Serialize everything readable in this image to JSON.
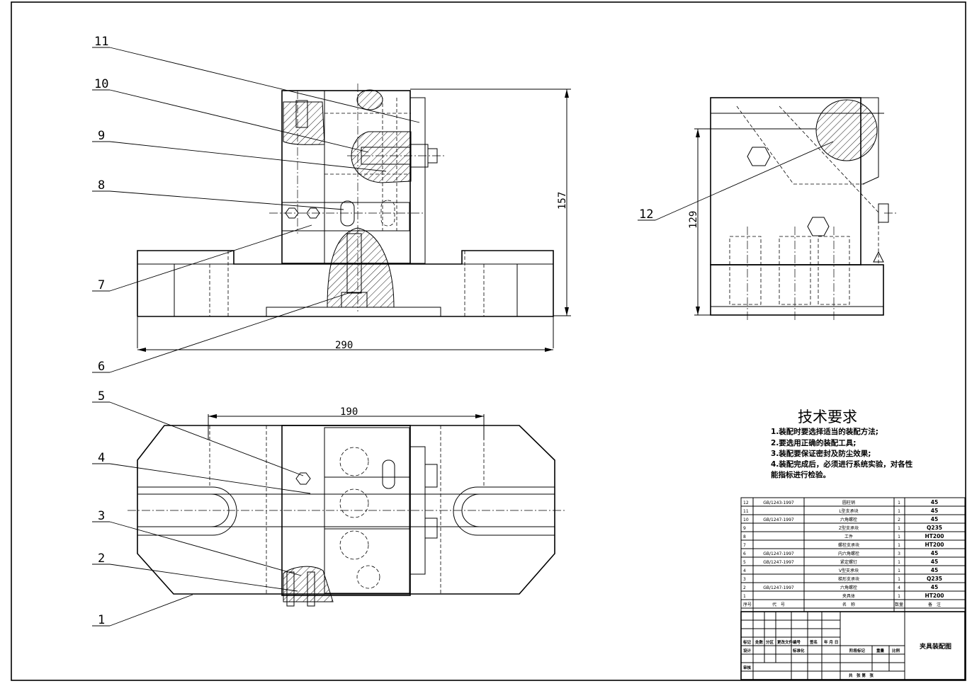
{
  "balloons": [
    "1",
    "2",
    "3",
    "4",
    "5",
    "6",
    "7",
    "8",
    "9",
    "10",
    "11",
    "12"
  ],
  "dimensions": {
    "overall_length": "290",
    "overall_height": "157",
    "side_height": "129",
    "bore_spacing": "190"
  },
  "tech_requirements": {
    "title": "技术要求",
    "items": [
      "1.装配时要选择适当的装配方法;",
      "2.要选用正确的装配工具;",
      "3.装配要保证密封及防尘效果;",
      "4.装配完成后，必须进行系统实验，对各性",
      "能指标进行检验。"
    ]
  },
  "bom": {
    "rows": [
      {
        "no": "12",
        "code": "GB/1243-1997",
        "name": "圆柱销",
        "qty": "1",
        "material": "45"
      },
      {
        "no": "11",
        "code": "",
        "name": "L型支承块",
        "qty": "1",
        "material": "45"
      },
      {
        "no": "10",
        "code": "GB/1247-1997",
        "name": "六角螺栓",
        "qty": "2",
        "material": "45"
      },
      {
        "no": "9",
        "code": "",
        "name": "Z型支承块",
        "qty": "1",
        "material": "Q235"
      },
      {
        "no": "8",
        "code": "",
        "name": "工件",
        "qty": "1",
        "material": "HT200"
      },
      {
        "no": "7",
        "code": "",
        "name": "螺栓支承块",
        "qty": "1",
        "material": "HT200"
      },
      {
        "no": "6",
        "code": "GB/1247-1997",
        "name": "内六角螺栓",
        "qty": "3",
        "material": "45"
      },
      {
        "no": "5",
        "code": "GB/1247-1997",
        "name": "紧定螺钉",
        "qty": "1",
        "material": "45"
      },
      {
        "no": "4",
        "code": "",
        "name": "V型支承块",
        "qty": "1",
        "material": "45"
      },
      {
        "no": "3",
        "code": "",
        "name": "梯形支承块",
        "qty": "1",
        "material": "Q235"
      },
      {
        "no": "2",
        "code": "GB/1247-1997",
        "name": "六角螺栓",
        "qty": "4",
        "material": "45"
      },
      {
        "no": "1",
        "code": "",
        "name": "夹具体",
        "qty": "1",
        "material": "HT200"
      }
    ],
    "header": {
      "no": "序号",
      "code": "代　号",
      "name": "名　称",
      "qty": "数量",
      "remark": "备　注"
    }
  },
  "title_block": {
    "row1": [
      "标记",
      "处数",
      "分区",
      "更改文件编号",
      "签名",
      "年 月 日"
    ],
    "row2": [
      "设计",
      "",
      "",
      "标准化"
    ],
    "row3": [
      "审核"
    ],
    "stage": "阶段标记",
    "weight": "重量",
    "scale": "比例",
    "sheets": "共　张 第　张",
    "drawing_title": "夹具装配图"
  }
}
